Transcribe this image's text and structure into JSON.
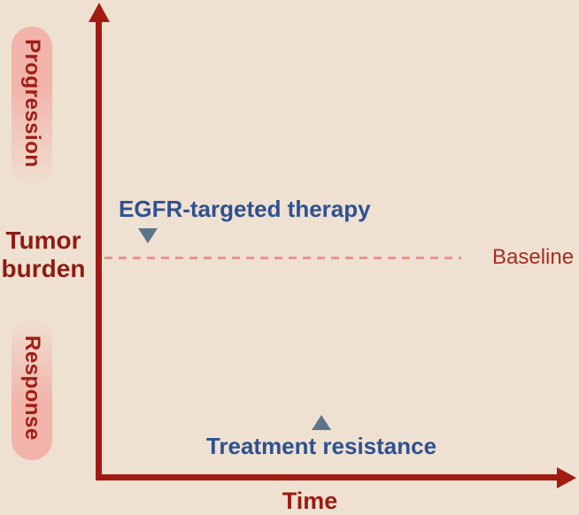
{
  "figure": {
    "type": "conceptual-diagram",
    "description": "Tumor burden over time under EGFR-targeted therapy",
    "y_axis": {
      "title": "Tumor burden",
      "top_region_label": "Progression",
      "bottom_region_label": "Response"
    },
    "x_axis": {
      "title": "Time"
    },
    "baseline": {
      "label": "Baseline"
    },
    "annotations": {
      "therapy": {
        "label": "EGFR-targeted therapy",
        "marker": "triangle-down"
      },
      "resistance": {
        "label": "Treatment resistance",
        "marker": "triangle-up"
      }
    },
    "colors": {
      "background": "#efe1d1",
      "axis_red": "#a21b12",
      "dark_red_text": "#8f1c12",
      "baseline_text_red": "#a42e22",
      "baseline_dash_pink": "#e8948c",
      "annotation_blue": "#2f5191",
      "marker_gray_blue": "#5d7589",
      "pill_pink": "#f2b3aa",
      "pill_text_red": "#9e1e15"
    }
  }
}
